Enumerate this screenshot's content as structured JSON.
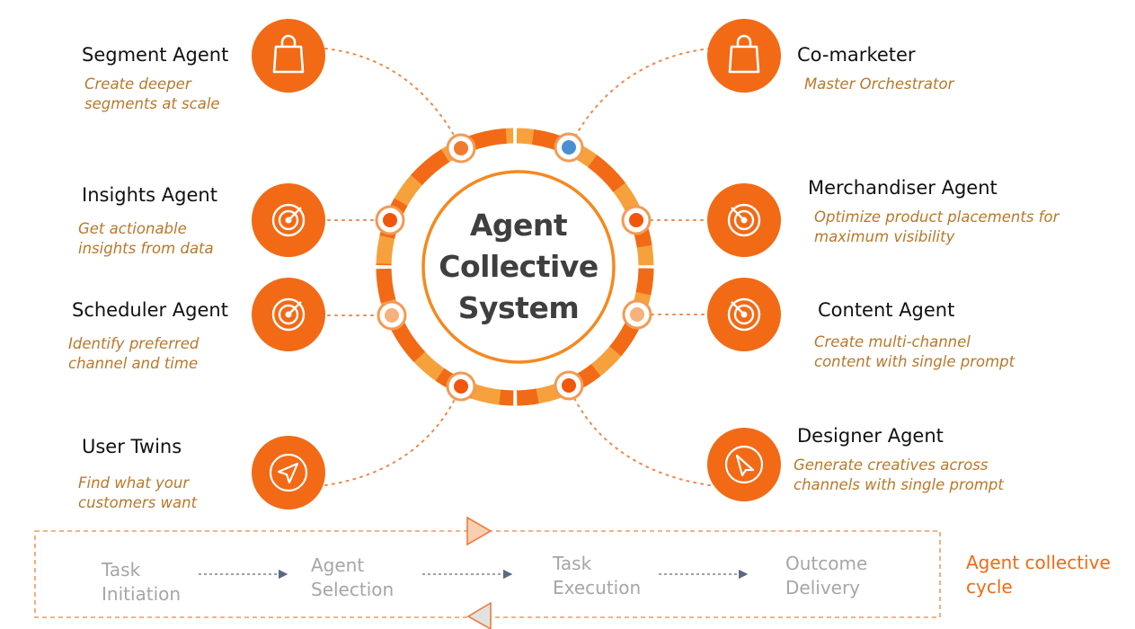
{
  "center": {
    "title": "Agent\nCollective\nSystem"
  },
  "colors": {
    "accent": "#f26a16",
    "ring_light": "#f6a13c",
    "description": "#b9782a",
    "node_blue": "#4a8fd1",
    "cycle_text": "#a6a6a6"
  },
  "left_agents": [
    {
      "title": "Segment Agent",
      "description": "Create deeper\nsegments at scale",
      "icon": "shopping-bag-icon"
    },
    {
      "title": "Insights Agent",
      "description": "Get actionable\ninsights from data",
      "icon": "radar-icon"
    },
    {
      "title": "Scheduler Agent",
      "description": "Identify preferred\nchannel and time",
      "icon": "radar-icon"
    },
    {
      "title": "User Twins",
      "description": "Find what your\ncustomers want",
      "icon": "navigation-arrow-icon"
    }
  ],
  "right_agents": [
    {
      "title": "Co-marketer",
      "description": "Master Orchestrator",
      "icon": "shopping-bag-icon"
    },
    {
      "title": "Merchandiser Agent",
      "description": "Optimize product placements for\nmaximum visibility",
      "icon": "radar-icon"
    },
    {
      "title": "Content Agent",
      "description": "Create multi-channel\ncontent with single prompt",
      "icon": "radar-icon"
    },
    {
      "title": "Designer Agent",
      "description": "Generate  creatives across\nchannels with single prompt",
      "icon": "navigation-arrow-icon"
    }
  ],
  "cycle": {
    "label": "Agent collective\ncycle",
    "steps": [
      "Task\nInitiation",
      "Agent\nSelection",
      "Task\nExecution",
      "Outcome\nDelivery"
    ]
  }
}
